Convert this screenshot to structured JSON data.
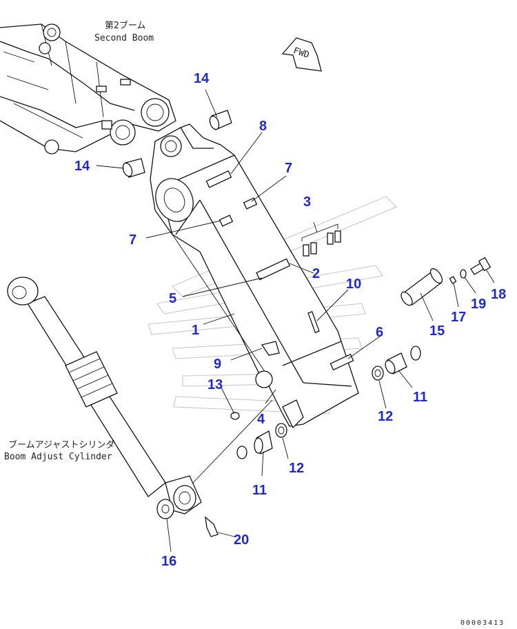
{
  "labels": {
    "second_boom_jp": "第2ブーム",
    "second_boom_en": "Second Boom",
    "cylinder_jp": "ブームアジャストシリンダ",
    "cylinder_en": "Boom Adjust Cylinder",
    "fwd": "FWD",
    "doc_id": "00003413"
  },
  "callouts": [
    "14",
    "14",
    "8",
    "7",
    "7",
    "3",
    "2",
    "5",
    "10",
    "1",
    "6",
    "9",
    "13",
    "4",
    "15",
    "17",
    "19",
    "18",
    "11",
    "12",
    "12",
    "11",
    "20",
    "16"
  ],
  "colors": {
    "callout": "#1f28c8",
    "line": "#111111",
    "watermark": "#c8c8c8"
  }
}
